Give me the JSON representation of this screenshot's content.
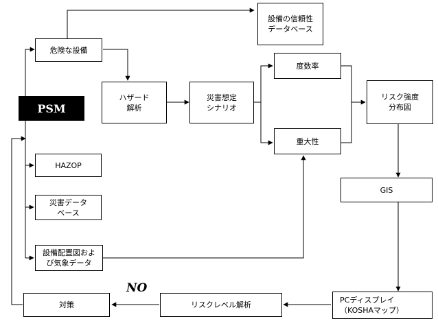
{
  "psm": {
    "label": "PSM"
  },
  "boxes": {
    "database": {
      "line1": "設備の信頼性",
      "line2": "データベース"
    },
    "hazardous_equipment": {
      "label": "危険な設備"
    },
    "hazard_analysis": {
      "line1": "ハザード",
      "line2": "解析"
    },
    "disaster_scenario": {
      "line1": "災害想定",
      "line2": "シナリオ"
    },
    "frequency": {
      "label": "度数率"
    },
    "severity": {
      "label": "重大性"
    },
    "risk_map": {
      "line1": "リスク強度",
      "line2": "分布図"
    },
    "hazop": {
      "label": "HAZOP"
    },
    "disaster_data": {
      "line1": "災害データ",
      "line2": "ベース"
    },
    "layout_weather": {
      "line1": "設備配置図およ",
      "line2": "び気象データ"
    },
    "gis": {
      "label": "GIS"
    },
    "pc_display": {
      "line1": "PCディスプレイ",
      "line2": "（KOSHAマップ）"
    },
    "risk_level": {
      "label": "リスクレベル解析"
    },
    "countermeasure": {
      "label": "対策"
    }
  },
  "edge_labels": {
    "no": "NO"
  }
}
